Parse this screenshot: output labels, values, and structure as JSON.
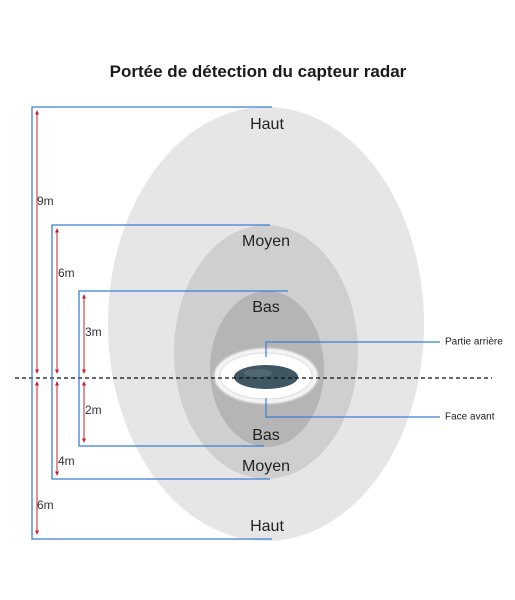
{
  "title": "Portée de détection du capteur radar",
  "zones": {
    "high": "Haut",
    "medium": "Moyen",
    "low": "Bas"
  },
  "ranges": {
    "high_back": "9m",
    "high_front": "6m",
    "medium_back": "6m",
    "medium_front": "4m",
    "low_back": "3m",
    "low_front": "2m"
  },
  "callouts": {
    "back": "Partie arrière",
    "front": "Face avant"
  },
  "colors": {
    "high_zone": "#e6e6e6",
    "medium_zone": "#cfcfcf",
    "low_zone": "#b5b5b5",
    "bracket_line": "#3a7fd5",
    "arrow": "#cc1f2f",
    "sensor_lens": "#3f5663"
  }
}
